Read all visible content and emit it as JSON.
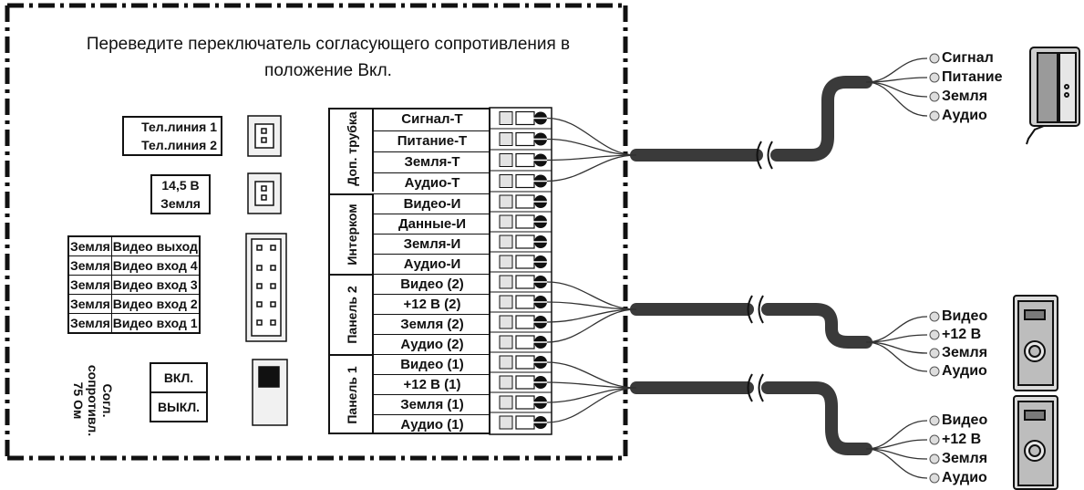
{
  "instruction": {
    "line1": "Переведите переключатель согласующего сопротивления в",
    "line2": "положение Вкл."
  },
  "tel_line": {
    "row1": "Тел.линия 1",
    "row2": "Тел.линия 2"
  },
  "power": {
    "row1": "14,5 В",
    "row2": "Земля"
  },
  "video_connectors": [
    {
      "ground": "Земля",
      "signal": "Видео выход"
    },
    {
      "ground": "Земля",
      "signal": "Видео вход 4"
    },
    {
      "ground": "Земля",
      "signal": "Видео вход 3"
    },
    {
      "ground": "Земля",
      "signal": "Видео вход 2"
    },
    {
      "ground": "Земля",
      "signal": "Видео вход 1"
    }
  ],
  "termination": {
    "label_line1": "Согл.",
    "label_line2": "сопротивл.",
    "label_line3": "75 Ом",
    "on": "ВКЛ.",
    "off": "ВЫКЛ."
  },
  "terminal_groups": [
    {
      "name": "Доп. трубка",
      "rows": [
        "Сигнал-Т",
        "Питание-Т",
        "Земля-Т",
        "Аудио-Т"
      ]
    },
    {
      "name": "Интерком",
      "rows": [
        "Видео-И",
        "Данные-И",
        "Земля-И",
        "Аудио-И"
      ]
    },
    {
      "name": "Панель 2",
      "rows": [
        "Видео (2)",
        "+12 В (2)",
        "Земля (2)",
        "Аудио (2)"
      ]
    },
    {
      "name": "Панель 1",
      "rows": [
        "Видео (1)",
        "+12 В (1)",
        "Земля (1)",
        "Аудио (1)"
      ]
    }
  ],
  "handset_leads": [
    "Сигнал",
    "Питание",
    "Земля",
    "Аудио"
  ],
  "panel2_leads": [
    "Видео",
    "+12 В",
    "Земля",
    "Аудио"
  ],
  "panel1_leads": [
    "Видео",
    "+12 В",
    "Земля",
    "Аудио"
  ]
}
